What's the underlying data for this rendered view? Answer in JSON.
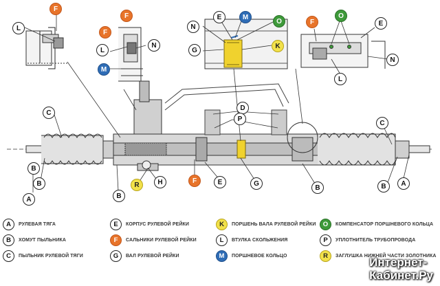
{
  "callouts": {
    "A_left": "A",
    "B_left": "B",
    "C_left": "C",
    "L_top_left": "L",
    "F_top_left": "F",
    "F_mid": "F",
    "L_mid": "L",
    "N_mid": "N",
    "M_mid": "M",
    "E_top": "E",
    "M_top": "M",
    "O_top": "O",
    "N_top": "N",
    "G_top": "G",
    "K_top": "K",
    "F_right": "F",
    "O_right": "O",
    "E_right": "E",
    "N_right": "N",
    "L_right": "L",
    "D": "D",
    "P": "P",
    "C_right": "C",
    "B_right": "B",
    "A_right": "A",
    "B_bottom_left": "B",
    "R": "R",
    "H": "H",
    "F_bottom": "F",
    "E_bottom": "E",
    "G_bottom": "G",
    "B_bottom_right": "B"
  },
  "legend": [
    {
      "letter": "A",
      "text": "РУЛЕВАЯ ТЯГА",
      "color": "white"
    },
    {
      "letter": "B",
      "text": "ХОМУТ ПЫЛЬНИКА",
      "color": "white"
    },
    {
      "letter": "C",
      "text": "ПЫЛЬНИК РУЛЕВОЙ ТЯГИ",
      "color": "white"
    },
    {
      "letter": "E",
      "text": "КОРПУС РУЛЕВОЙ РЕЙКИ",
      "color": "white"
    },
    {
      "letter": "F",
      "text": "САЛЬНИКИ РУЛЕВОЙ РЕЙКИ",
      "color": "orange"
    },
    {
      "letter": "G",
      "text": "ВАЛ РУЛЕВОЙ РЕЙКИ",
      "color": "white"
    },
    {
      "letter": "K",
      "text": "ПОРШЕНЬ ВАЛА РУЛЕВОЙ РЕЙКИ",
      "color": "yellow"
    },
    {
      "letter": "L",
      "text": "ВТУЛКА СКОЛЬЖЕНИЯ",
      "color": "white"
    },
    {
      "letter": "M",
      "text": "ПОРШНЕВОЕ КОЛЬЦО",
      "color": "blue"
    },
    {
      "letter": "O",
      "text": "КОМПЕНСАТОР ПОРШНЕВОГО КОЛЬЦА",
      "color": "green"
    },
    {
      "letter": "P",
      "text": "УПЛОТНИТЕЛЬ ТРУБОПРОВОДА",
      "color": "white"
    },
    {
      "letter": "R",
      "text": "ЗАГЛУШКА НИЖНЕЙ ЧАСТИ ЗОЛОТНИКА",
      "color": "yellow"
    }
  ],
  "watermark": {
    "line1": "Интернет-",
    "line2": "Кабинет.Ру"
  }
}
